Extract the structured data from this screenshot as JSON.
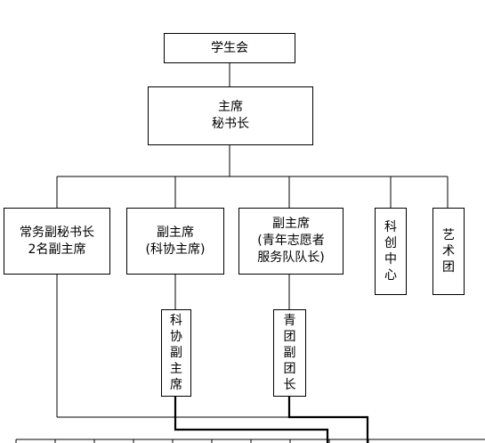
{
  "nodes": {
    "root": {
      "lines": [
        "学生会"
      ]
    },
    "chair": {
      "lines": [
        "主席",
        "秘书长"
      ]
    },
    "exec": {
      "lines": [
        "常务副秘书长",
        "2名副主席"
      ]
    },
    "vp1": {
      "lines": [
        "副主席",
        "(科协主席)"
      ]
    },
    "vp2": {
      "lines": [
        "副主席",
        "(青年志愿者",
        "服务队队长)"
      ]
    },
    "sci": {
      "lines": [
        "科",
        "创",
        "中",
        "心"
      ]
    },
    "art": {
      "lines": [
        "艺",
        "术",
        "团"
      ]
    },
    "scivp": {
      "lines": [
        "科",
        "协",
        "副",
        "主",
        "席"
      ]
    },
    "league": {
      "lines": [
        "青",
        "团",
        "副",
        "团",
        "长"
      ]
    }
  },
  "colors": {
    "line": "#000000",
    "box_border": "#000000",
    "background": "#ffffff"
  }
}
